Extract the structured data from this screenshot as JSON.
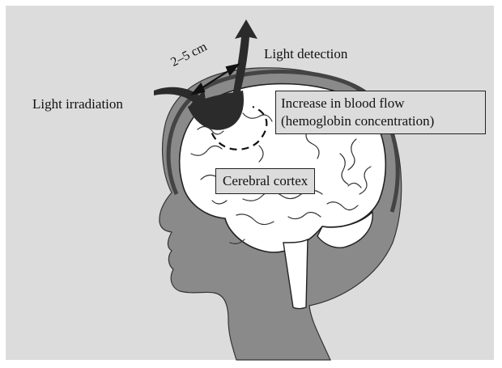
{
  "labels": {
    "light_irradiation": "Light irradiation",
    "light_detection": "Light detection",
    "distance": "2–5 cm",
    "blood_flow_line1": "Increase in blood flow",
    "blood_flow_line2": "(hemoglobin concentration)",
    "cerebral_cortex": "Cerebral cortex"
  },
  "colors": {
    "background": "#dcdcdc",
    "head_fill": "#8a8a8a",
    "skull": "#5a5a5a",
    "brain_fill": "#ffffff",
    "probe": "#2b2b2b"
  }
}
